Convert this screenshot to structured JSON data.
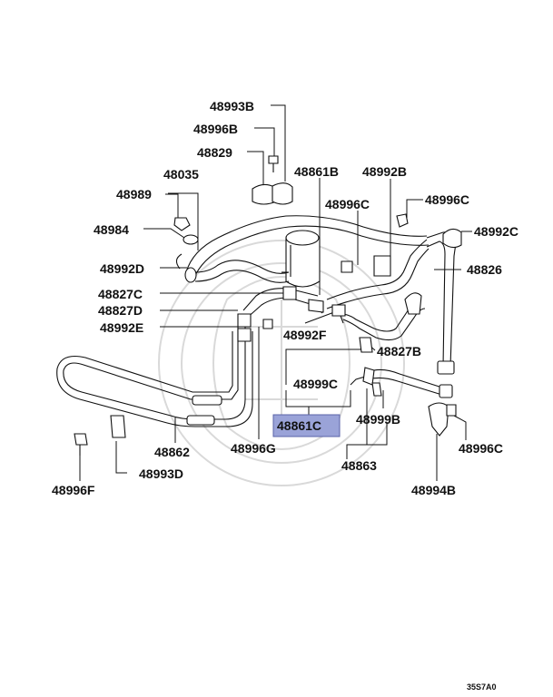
{
  "diagram": {
    "highlight_color": "#9aa3d8",
    "highlighted_part": "48861C",
    "drawing_code": "35S7A0",
    "labels": {
      "p48993B": "48993B",
      "p48996B": "48996B",
      "p48829": "48829",
      "p48035": "48035",
      "p48861B": "48861B",
      "p48992B": "48992B",
      "p48989": "48989",
      "p48996C_a": "48996C",
      "p48996C_b": "48996C",
      "p48984": "48984",
      "p48992C": "48992C",
      "p48992D": "48992D",
      "p48826": "48826",
      "p48827C": "48827C",
      "p48827D": "48827D",
      "p48992E": "48992E",
      "p48992F": "48992F",
      "p48827B": "48827B",
      "p48999C": "48999C",
      "p48861C": "48861C",
      "p48999B": "48999B",
      "p48862": "48862",
      "p48996G": "48996G",
      "p48996C_c": "48996C",
      "p48993D": "48993D",
      "p48863": "48863",
      "p48996F": "48996F",
      "p48994B": "48994B"
    }
  }
}
